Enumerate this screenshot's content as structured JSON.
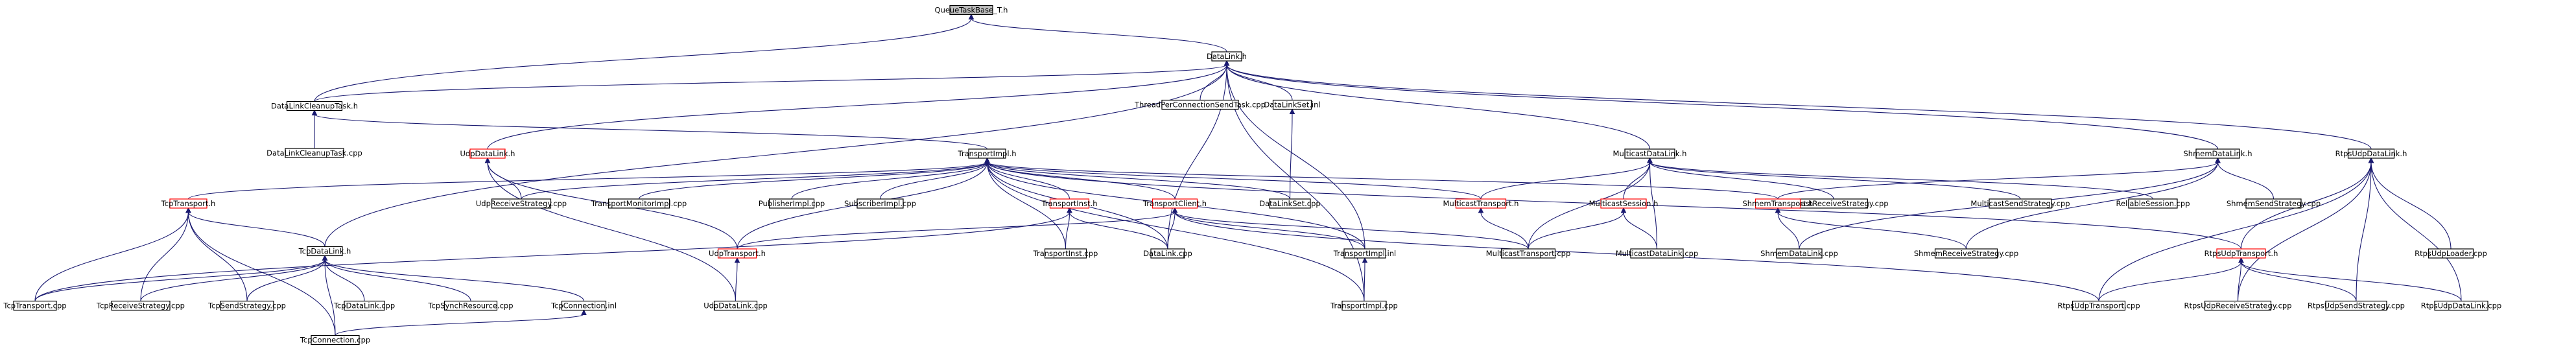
{
  "nodes": [
    {
      "id": "QueueTaskBase",
      "label": "QueueTaskBase_T.h",
      "style": "root"
    },
    {
      "id": "DataLinkH",
      "label": "DataLink.h",
      "style": "normal"
    },
    {
      "id": "DataLinkCleanupTaskH",
      "label": "DataLinkCleanupTask.h",
      "style": "normal"
    },
    {
      "id": "ThreadPerConnectionSendTaskCpp",
      "label": "ThreadPerConnectionSendTask.cpp",
      "style": "normal"
    },
    {
      "id": "DataLinkSetInl",
      "label": "DataLinkSet.inl",
      "style": "normal"
    },
    {
      "id": "DataLinkCleanupTaskCpp",
      "label": "DataLinkCleanupTask.cpp",
      "style": "normal"
    },
    {
      "id": "TransportImplH",
      "label": "TransportImpl.h",
      "style": "normal"
    },
    {
      "id": "UdpDataLinkH",
      "label": "UdpDataLink.h",
      "style": "red"
    },
    {
      "id": "MulticastDataLinkH",
      "label": "MulticastDataLink.h",
      "style": "normal"
    },
    {
      "id": "ShmemDataLinkH",
      "label": "ShmemDataLink.h",
      "style": "normal"
    },
    {
      "id": "RtpsUdpDataLinkH",
      "label": "RtpsUdpDataLink.h",
      "style": "normal"
    },
    {
      "id": "TcpTransportH",
      "label": "TcpTransport.h",
      "style": "red"
    },
    {
      "id": "UdpReceiveStrategyCpp",
      "label": "UdpReceiveStrategy.cpp",
      "style": "normal"
    },
    {
      "id": "TransportMonitorImplCpp",
      "label": "TransportMonitorImpl.cpp",
      "style": "normal"
    },
    {
      "id": "PublisherImplCpp",
      "label": "PublisherImpl.cpp",
      "style": "normal"
    },
    {
      "id": "SubscriberImplCpp",
      "label": "SubscriberImpl.cpp",
      "style": "normal"
    },
    {
      "id": "TransportInstH",
      "label": "TransportInst.h",
      "style": "red"
    },
    {
      "id": "TransportClientH",
      "label": "TransportClient.h",
      "style": "red"
    },
    {
      "id": "DataLinkSetCpp",
      "label": "DataLinkSet.cpp",
      "style": "normal"
    },
    {
      "id": "MulticastTransportH",
      "label": "MulticastTransport.h",
      "style": "red"
    },
    {
      "id": "MulticastSessionH",
      "label": "MulticastSession.h",
      "style": "red"
    },
    {
      "id": "MulticastReceiveStrategyCpp",
      "label": "MulticastReceiveStrategy.cpp",
      "style": "normal"
    },
    {
      "id": "MulticastSendStrategyCpp",
      "label": "MulticastSendStrategy.cpp",
      "style": "normal"
    },
    {
      "id": "ReliableSessionCpp",
      "label": "ReliableSession.cpp",
      "style": "normal"
    },
    {
      "id": "ShmemTransportH",
      "label": "ShmemTransport.h",
      "style": "red"
    },
    {
      "id": "ShmemSendStrategyCpp",
      "label": "ShmemSendStrategy.cpp",
      "style": "normal"
    },
    {
      "id": "TcpDataLinkH",
      "label": "TcpDataLink.h",
      "style": "normal"
    },
    {
      "id": "UdpTransportH",
      "label": "UdpTransport.h",
      "style": "red"
    },
    {
      "id": "TransportInstCpp",
      "label": "TransportInst.cpp",
      "style": "normal"
    },
    {
      "id": "DataLinkCpp",
      "label": "DataLink.cpp",
      "style": "normal"
    },
    {
      "id": "TransportImplInl",
      "label": "TransportImpl.inl",
      "style": "normal"
    },
    {
      "id": "MulticastTransportCpp",
      "label": "MulticastTransport.cpp",
      "style": "normal"
    },
    {
      "id": "MulticastDataLinkCpp",
      "label": "MulticastDataLink.cpp",
      "style": "normal"
    },
    {
      "id": "ShmemDataLinkCpp",
      "label": "ShmemDataLink.cpp",
      "style": "normal"
    },
    {
      "id": "ShmemReceiveStrategyCpp",
      "label": "ShmemReceiveStrategy.cpp",
      "style": "normal"
    },
    {
      "id": "RtpsUdpTransportH",
      "label": "RtpsUdpTransport.h",
      "style": "red"
    },
    {
      "id": "RtpsUdpLoaderCpp",
      "label": "RtpsUdpLoader.cpp",
      "style": "normal"
    },
    {
      "id": "TcpTransportCpp",
      "label": "TcpTransport.cpp",
      "style": "normal"
    },
    {
      "id": "TcpReceiveStrategyCpp",
      "label": "TcpReceiveStrategy.cpp",
      "style": "normal"
    },
    {
      "id": "TcpSendStrategyCpp",
      "label": "TcpSendStrategy.cpp",
      "style": "normal"
    },
    {
      "id": "TcpDataLinkCpp",
      "label": "TcpDataLink.cpp",
      "style": "normal"
    },
    {
      "id": "TcpSynchResourceCpp",
      "label": "TcpSynchResource.cpp",
      "style": "normal"
    },
    {
      "id": "TcpConnectionInl",
      "label": "TcpConnection.inl",
      "style": "normal"
    },
    {
      "id": "UdpDataLinkCpp",
      "label": "UdpDataLink.cpp",
      "style": "normal"
    },
    {
      "id": "TransportImplCpp",
      "label": "TransportImpl.cpp",
      "style": "normal"
    },
    {
      "id": "RtpsUdpTransportCpp",
      "label": "RtpsUdpTransport.cpp",
      "style": "normal"
    },
    {
      "id": "RtpsUdpReceiveStrategyCpp",
      "label": "RtpsUdpReceiveStrategy.cpp",
      "style": "normal"
    },
    {
      "id": "RtpsUdpSendStrategyCpp",
      "label": "RtpsUdpSendStrategy.cpp",
      "style": "normal"
    },
    {
      "id": "RtpsUdpDataLinkCpp",
      "label": "RtpsUdpDataLink.cpp",
      "style": "normal"
    },
    {
      "id": "TcpConnectionCpp",
      "label": "TcpConnection.cpp",
      "style": "normal"
    }
  ],
  "edges": [
    [
      "QueueTaskBase",
      "DataLinkH"
    ],
    [
      "QueueTaskBase",
      "DataLinkCleanupTaskH"
    ],
    [
      "DataLinkH",
      "DataLinkCleanupTaskH"
    ],
    [
      "DataLinkH",
      "ThreadPerConnectionSendTaskCpp"
    ],
    [
      "DataLinkH",
      "DataLinkSetInl"
    ],
    [
      "DataLinkH",
      "UdpDataLinkH"
    ],
    [
      "DataLinkH",
      "MulticastDataLinkH"
    ],
    [
      "DataLinkH",
      "ShmemDataLinkH"
    ],
    [
      "DataLinkH",
      "RtpsUdpDataLinkH"
    ],
    [
      "DataLinkH",
      "TcpDataLinkH"
    ],
    [
      "DataLinkH",
      "DataLinkCpp"
    ],
    [
      "DataLinkH",
      "TransportImplInl"
    ],
    [
      "DataLinkH",
      "TransportImplCpp"
    ],
    [
      "DataLinkCleanupTaskH",
      "DataLinkCleanupTaskCpp"
    ],
    [
      "DataLinkCleanupTaskH",
      "TransportImplH"
    ],
    [
      "DataLinkSetInl",
      "DataLinkSetCpp"
    ],
    [
      "TransportImplH",
      "TcpTransportH"
    ],
    [
      "TransportImplH",
      "UdpReceiveStrategyCpp"
    ],
    [
      "TransportImplH",
      "TransportMonitorImplCpp"
    ],
    [
      "TransportImplH",
      "PublisherImplCpp"
    ],
    [
      "TransportImplH",
      "SubscriberImplCpp"
    ],
    [
      "TransportImplH",
      "TransportInstH"
    ],
    [
      "TransportImplH",
      "TransportClientH"
    ],
    [
      "TransportImplH",
      "DataLinkSetCpp"
    ],
    [
      "TransportImplH",
      "MulticastTransportH"
    ],
    [
      "TransportImplH",
      "ShmemTransportH"
    ],
    [
      "TransportImplH",
      "RtpsUdpTransportH"
    ],
    [
      "TransportImplH",
      "UdpTransportH"
    ],
    [
      "TransportImplH",
      "TransportInstCpp"
    ],
    [
      "TransportImplH",
      "DataLinkCpp"
    ],
    [
      "TransportImplH",
      "TransportImplInl"
    ],
    [
      "TransportImplH",
      "TransportImplCpp"
    ],
    [
      "UdpDataLinkH",
      "UdpReceiveStrategyCpp"
    ],
    [
      "UdpDataLinkH",
      "UdpTransportH"
    ],
    [
      "UdpDataLinkH",
      "UdpDataLinkCpp"
    ],
    [
      "MulticastDataLinkH",
      "MulticastTransportH"
    ],
    [
      "MulticastDataLinkH",
      "MulticastSessionH"
    ],
    [
      "MulticastDataLinkH",
      "MulticastReceiveStrategyCpp"
    ],
    [
      "MulticastDataLinkH",
      "MulticastSendStrategyCpp"
    ],
    [
      "MulticastDataLinkH",
      "ReliableSessionCpp"
    ],
    [
      "MulticastDataLinkH",
      "MulticastTransportCpp"
    ],
    [
      "MulticastDataLinkH",
      "MulticastDataLinkCpp"
    ],
    [
      "ShmemDataLinkH",
      "ShmemTransportH"
    ],
    [
      "ShmemDataLinkH",
      "ShmemSendStrategyCpp"
    ],
    [
      "ShmemDataLinkH",
      "ShmemDataLinkCpp"
    ],
    [
      "ShmemDataLinkH",
      "ShmemReceiveStrategyCpp"
    ],
    [
      "RtpsUdpDataLinkH",
      "RtpsUdpTransportH"
    ],
    [
      "RtpsUdpDataLinkH",
      "RtpsUdpLoaderCpp"
    ],
    [
      "RtpsUdpDataLinkH",
      "RtpsUdpTransportCpp"
    ],
    [
      "RtpsUdpDataLinkH",
      "RtpsUdpReceiveStrategyCpp"
    ],
    [
      "RtpsUdpDataLinkH",
      "RtpsUdpSendStrategyCpp"
    ],
    [
      "RtpsUdpDataLinkH",
      "RtpsUdpDataLinkCpp"
    ],
    [
      "TcpTransportH",
      "TcpDataLinkH"
    ],
    [
      "TcpTransportH",
      "TcpTransportCpp"
    ],
    [
      "TcpTransportH",
      "TcpReceiveStrategyCpp"
    ],
    [
      "TcpTransportH",
      "TcpSendStrategyCpp"
    ],
    [
      "TcpTransportH",
      "TcpConnectionCpp"
    ],
    [
      "TransportInstH",
      "TransportInstCpp"
    ],
    [
      "TransportInstH",
      "DataLinkCpp"
    ],
    [
      "TransportInstH",
      "TcpTransportCpp"
    ],
    [
      "TransportClientH",
      "UdpTransportH"
    ],
    [
      "TransportClientH",
      "DataLinkCpp"
    ],
    [
      "TransportClientH",
      "TransportImplInl"
    ],
    [
      "TransportClientH",
      "MulticastTransportCpp"
    ],
    [
      "TransportClientH",
      "RtpsUdpTransportCpp"
    ],
    [
      "MulticastTransportH",
      "MulticastTransportCpp"
    ],
    [
      "MulticastSessionH",
      "MulticastTransportCpp"
    ],
    [
      "MulticastSessionH",
      "MulticastDataLinkCpp"
    ],
    [
      "ShmemTransportH",
      "ShmemDataLinkCpp"
    ],
    [
      "ShmemTransportH",
      "ShmemReceiveStrategyCpp"
    ],
    [
      "TcpDataLinkH",
      "TcpTransportCpp"
    ],
    [
      "TcpDataLinkH",
      "TcpReceiveStrategyCpp"
    ],
    [
      "TcpDataLinkH",
      "TcpSendStrategyCpp"
    ],
    [
      "TcpDataLinkH",
      "TcpDataLinkCpp"
    ],
    [
      "TcpDataLinkH",
      "TcpSynchResourceCpp"
    ],
    [
      "TcpDataLinkH",
      "TcpConnectionInl"
    ],
    [
      "TcpDataLinkH",
      "TcpConnectionCpp"
    ],
    [
      "UdpTransportH",
      "UdpDataLinkCpp"
    ],
    [
      "TransportImplInl",
      "TransportImplCpp"
    ],
    [
      "TcpConnectionInl",
      "TcpConnectionCpp"
    ],
    [
      "RtpsUdpTransportH",
      "RtpsUdpTransportCpp"
    ],
    [
      "RtpsUdpTransportH",
      "RtpsUdpReceiveStrategyCpp"
    ],
    [
      "RtpsUdpTransportH",
      "RtpsUdpSendStrategyCpp"
    ],
    [
      "RtpsUdpTransportH",
      "RtpsUdpDataLinkCpp"
    ]
  ]
}
